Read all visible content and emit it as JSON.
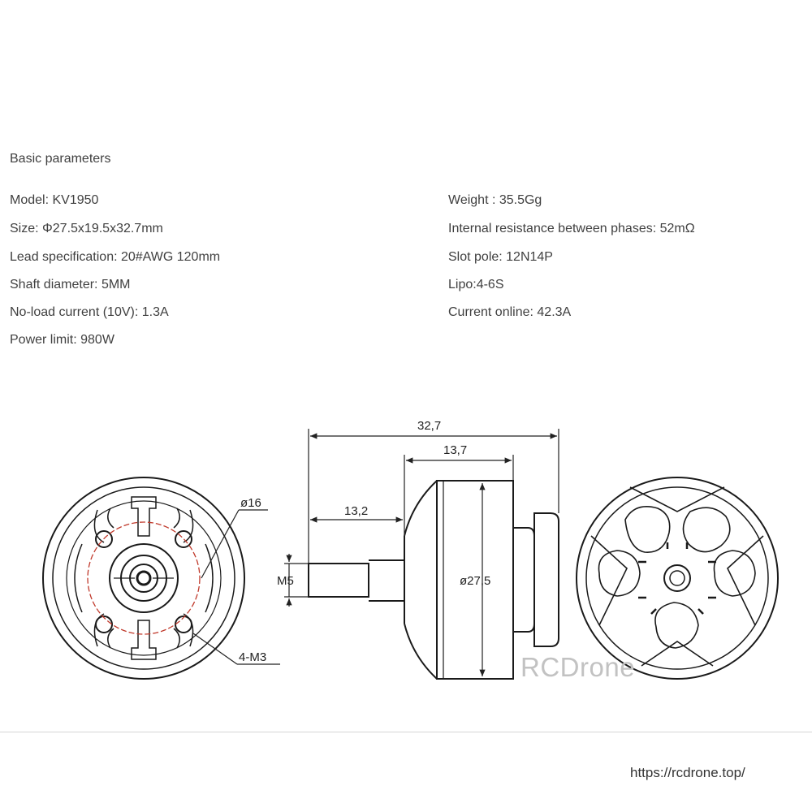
{
  "section_title": "Basic parameters",
  "params_left": [
    "Model: KV1950",
    "Size: Φ27.5x19.5x32.7mm",
    "Lead specification: 20#AWG 120mm",
    "Shaft diameter: 5MM",
    "No-load current (10V): 1.3A",
    "Power limit: 980W"
  ],
  "params_right": [
    "Weight : 35.5Gg",
    "Internal resistance between phases: 52mΩ",
    "Slot pole: 12N14P",
    "Lipo:4-6S",
    "Current online: 42.3A"
  ],
  "drawing": {
    "dim_overall": "32,7",
    "dim_bell": "13,7",
    "dim_shaft": "13,2",
    "dim_shaft_dia": "M5",
    "dim_body_dia": "ø27,5",
    "dim_bolt_circle": "ø16",
    "dim_holes": "4-M3"
  },
  "watermark": "RCDrone",
  "footer_url": "https://rcdrone.top/",
  "colors": {
    "bolt_circle": "#c0392b",
    "line": "#1a1a1a"
  }
}
